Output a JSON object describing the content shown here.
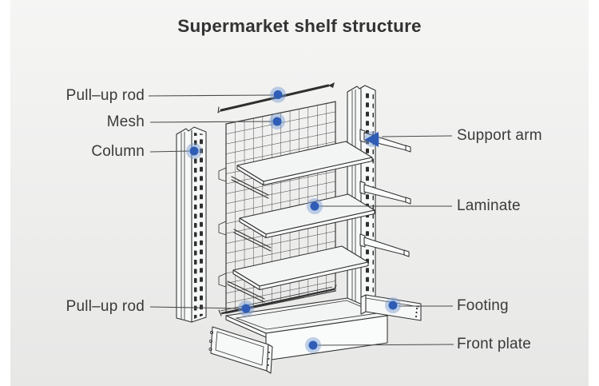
{
  "title": "Supermarket shelf structure",
  "labels": {
    "left": [
      {
        "id": "pull-up-rod-top",
        "text": "Pull–up rod"
      },
      {
        "id": "mesh",
        "text": "Mesh"
      },
      {
        "id": "column",
        "text": "Column"
      },
      {
        "id": "pull-up-rod-bottom",
        "text": "Pull–up rod"
      }
    ],
    "right": [
      {
        "id": "support-arm",
        "text": "Support arm"
      },
      {
        "id": "laminate",
        "text": "Laminate"
      },
      {
        "id": "footing",
        "text": "Footing"
      },
      {
        "id": "front-plate",
        "text": "Front plate"
      }
    ]
  },
  "diagram": {
    "type": "exploded isometric line drawing",
    "subject": "supermarket gondola shelf parts",
    "marker_style": "blue dot on each referenced part"
  },
  "colors": {
    "marker": "#2f5db5",
    "marker_halo": "#7b9fd4",
    "ink": "#2f2f2f",
    "lead": "#4a4a4a",
    "text": "#3a3a3a",
    "title": "#333333",
    "bg_top": "#f5f5f4",
    "bg_bottom": "#e7e7e6",
    "strip": "#ffffff"
  }
}
